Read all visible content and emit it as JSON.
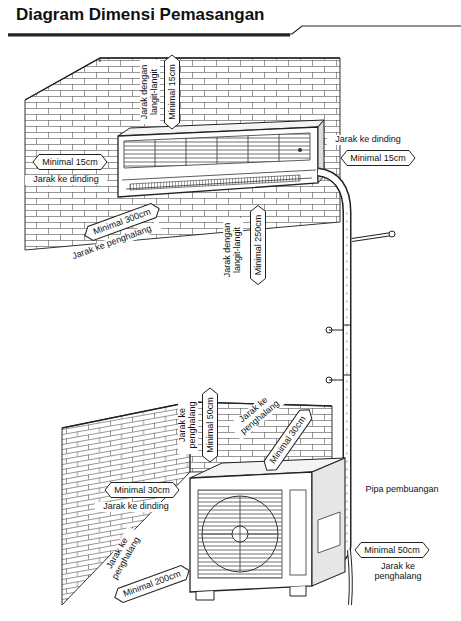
{
  "diagram": {
    "title": "Diagram Dimensi Pemasangan",
    "nodes": [
      {
        "text": [
          "Minimal 15cm"
        ]
      },
      {
        "text": [
          "Minimal 15cm"
        ]
      },
      {
        "text": [
          "Minimal 15cm"
        ]
      },
      {
        "text": [
          "Minimal 300cm"
        ]
      },
      {
        "text": [
          "Minimal 250cm"
        ]
      },
      {
        "text": [
          "Minimal 50cm"
        ]
      },
      {
        "text": [
          "Minimal 30cm"
        ]
      },
      {
        "text": [
          "Minimal 30cm"
        ]
      },
      {
        "text": [
          "Minimal 200cm"
        ]
      },
      {
        "text": [
          "Minimal 50cm"
        ]
      }
    ],
    "labels": [
      "Jarak dengan langit-langit",
      "Jarak ke dinding",
      "Jarak ke dinding",
      "Jarak ke penghalang",
      "Jarak dengan langit-langit",
      "Jarak ke penghalang",
      "Jarak ke penghalang",
      "Jarak ke dinding",
      "Jarak ke penghalang",
      "Pipa pembuangan",
      "Jarak ke penghalang"
    ]
  }
}
